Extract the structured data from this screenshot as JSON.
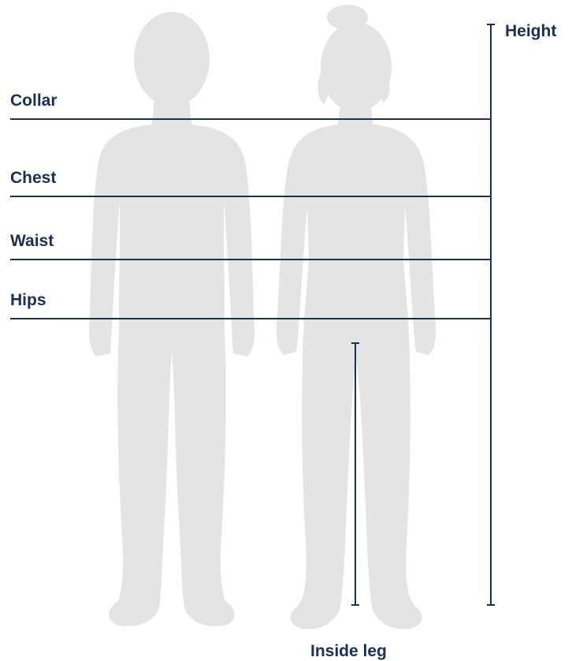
{
  "labels": {
    "height": "Height",
    "collar": "Collar",
    "chest": "Chest",
    "waist": "Waist",
    "hips": "Hips",
    "inside_leg": "Inside leg"
  },
  "figures": [
    {
      "id": "boy",
      "icon": "boy-silhouette-icon"
    },
    {
      "id": "girl",
      "icon": "girl-silhouette-icon"
    }
  ],
  "colors": {
    "line": "#1b2f5a",
    "silhouette": "#e4e4e4",
    "background": "#ffffff"
  }
}
